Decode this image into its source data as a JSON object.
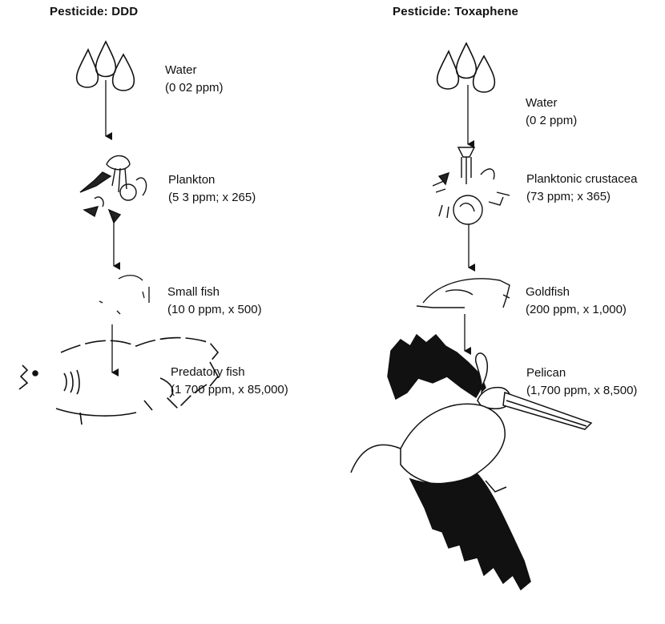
{
  "ddd_chain": {
    "title": "Pesticide: DDD",
    "levels": [
      {
        "name": "Water",
        "detail": "(0 02 ppm)"
      },
      {
        "name": "Plankton",
        "detail": "(5 3 ppm; x 265)"
      },
      {
        "name": "Small fish",
        "detail": "(10 0 ppm, x 500)"
      },
      {
        "name": "Predatory fish",
        "detail": "(1 700 ppm, x 85,000)"
      }
    ]
  },
  "toxaphene_chain": {
    "title": "Pesticide: Toxaphene",
    "levels": [
      {
        "name": "Water",
        "detail": "(0 2 ppm)"
      },
      {
        "name": "Planktonic crustacea",
        "detail": "(73 ppm; x 365)"
      },
      {
        "name": "Goldfish",
        "detail": "(200 ppm, x 1,000)"
      },
      {
        "name": "Pelican",
        "detail": "(1,700 ppm, x 8,500)"
      }
    ]
  }
}
